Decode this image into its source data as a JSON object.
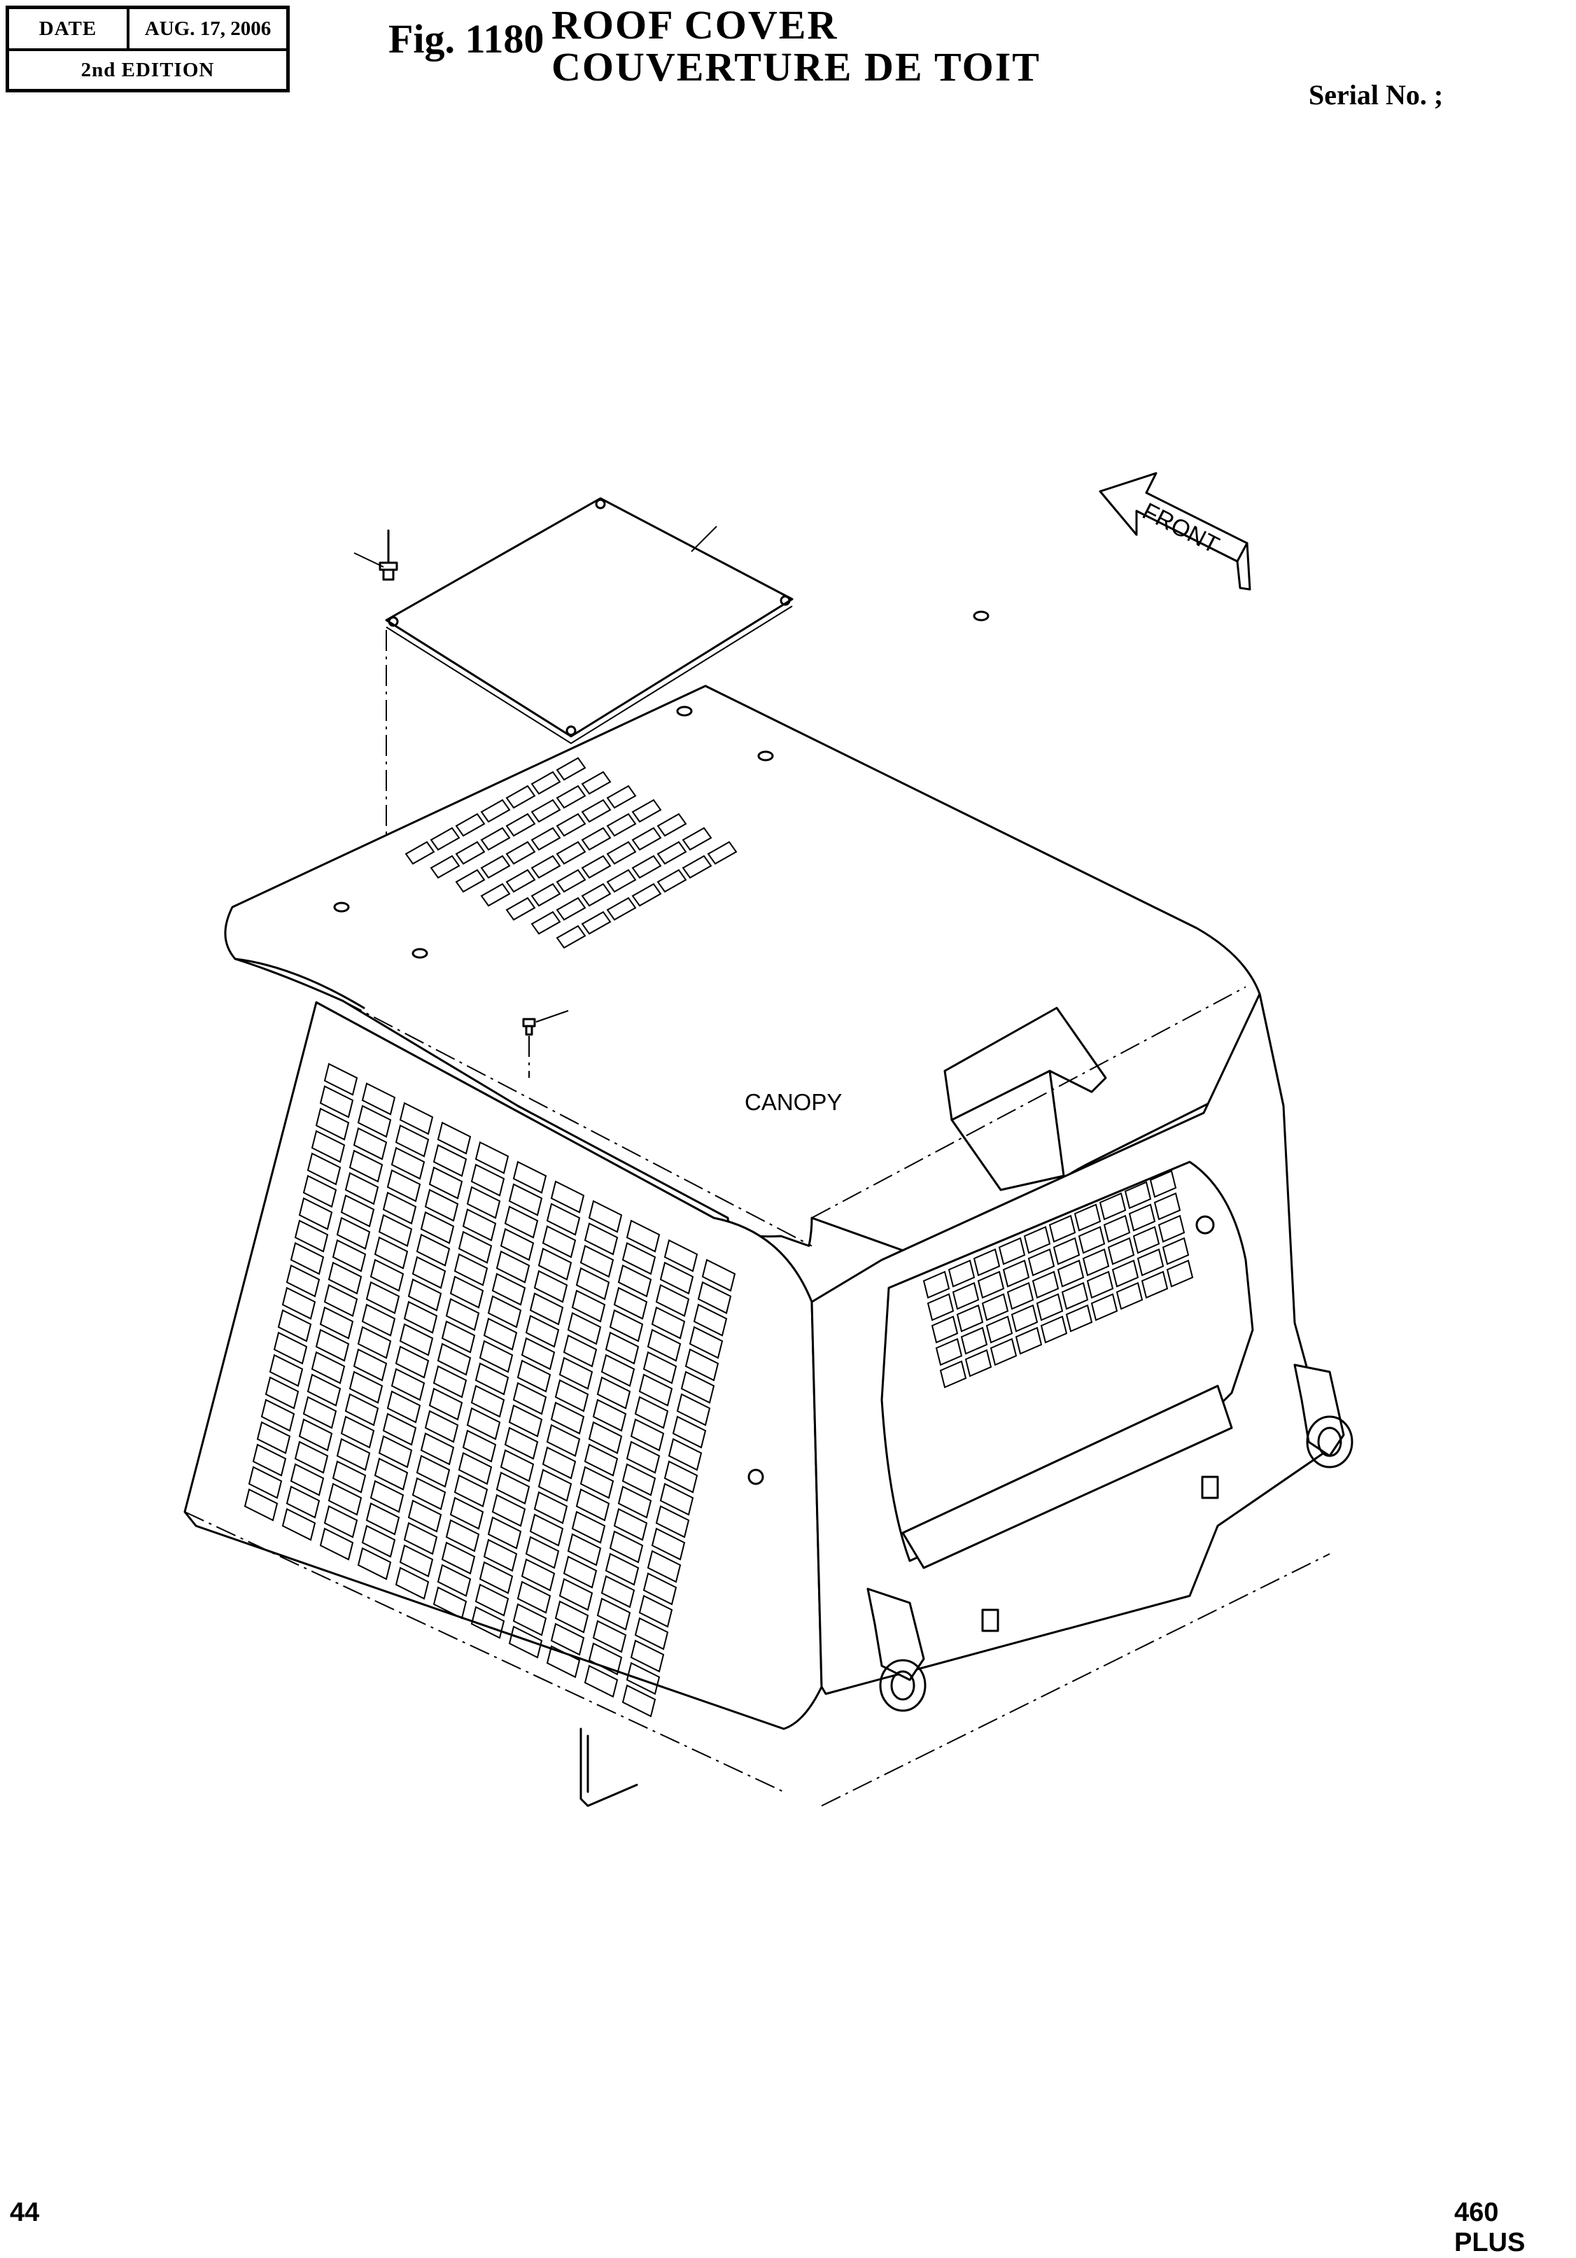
{
  "header": {
    "date_label": "DATE",
    "date_value": "AUG. 17, 2006",
    "edition": "2nd EDITION"
  },
  "figure": {
    "number": "Fig. 1180",
    "title_en": "ROOF COVER",
    "title_fr": "COUVERTURE DE TOIT"
  },
  "serial_label": "Serial No. ;",
  "drawing": {
    "front_label": "FRONT",
    "canopy_label": "CANOPY"
  },
  "footer": {
    "page_number": "44",
    "model": "460 PLUS"
  }
}
